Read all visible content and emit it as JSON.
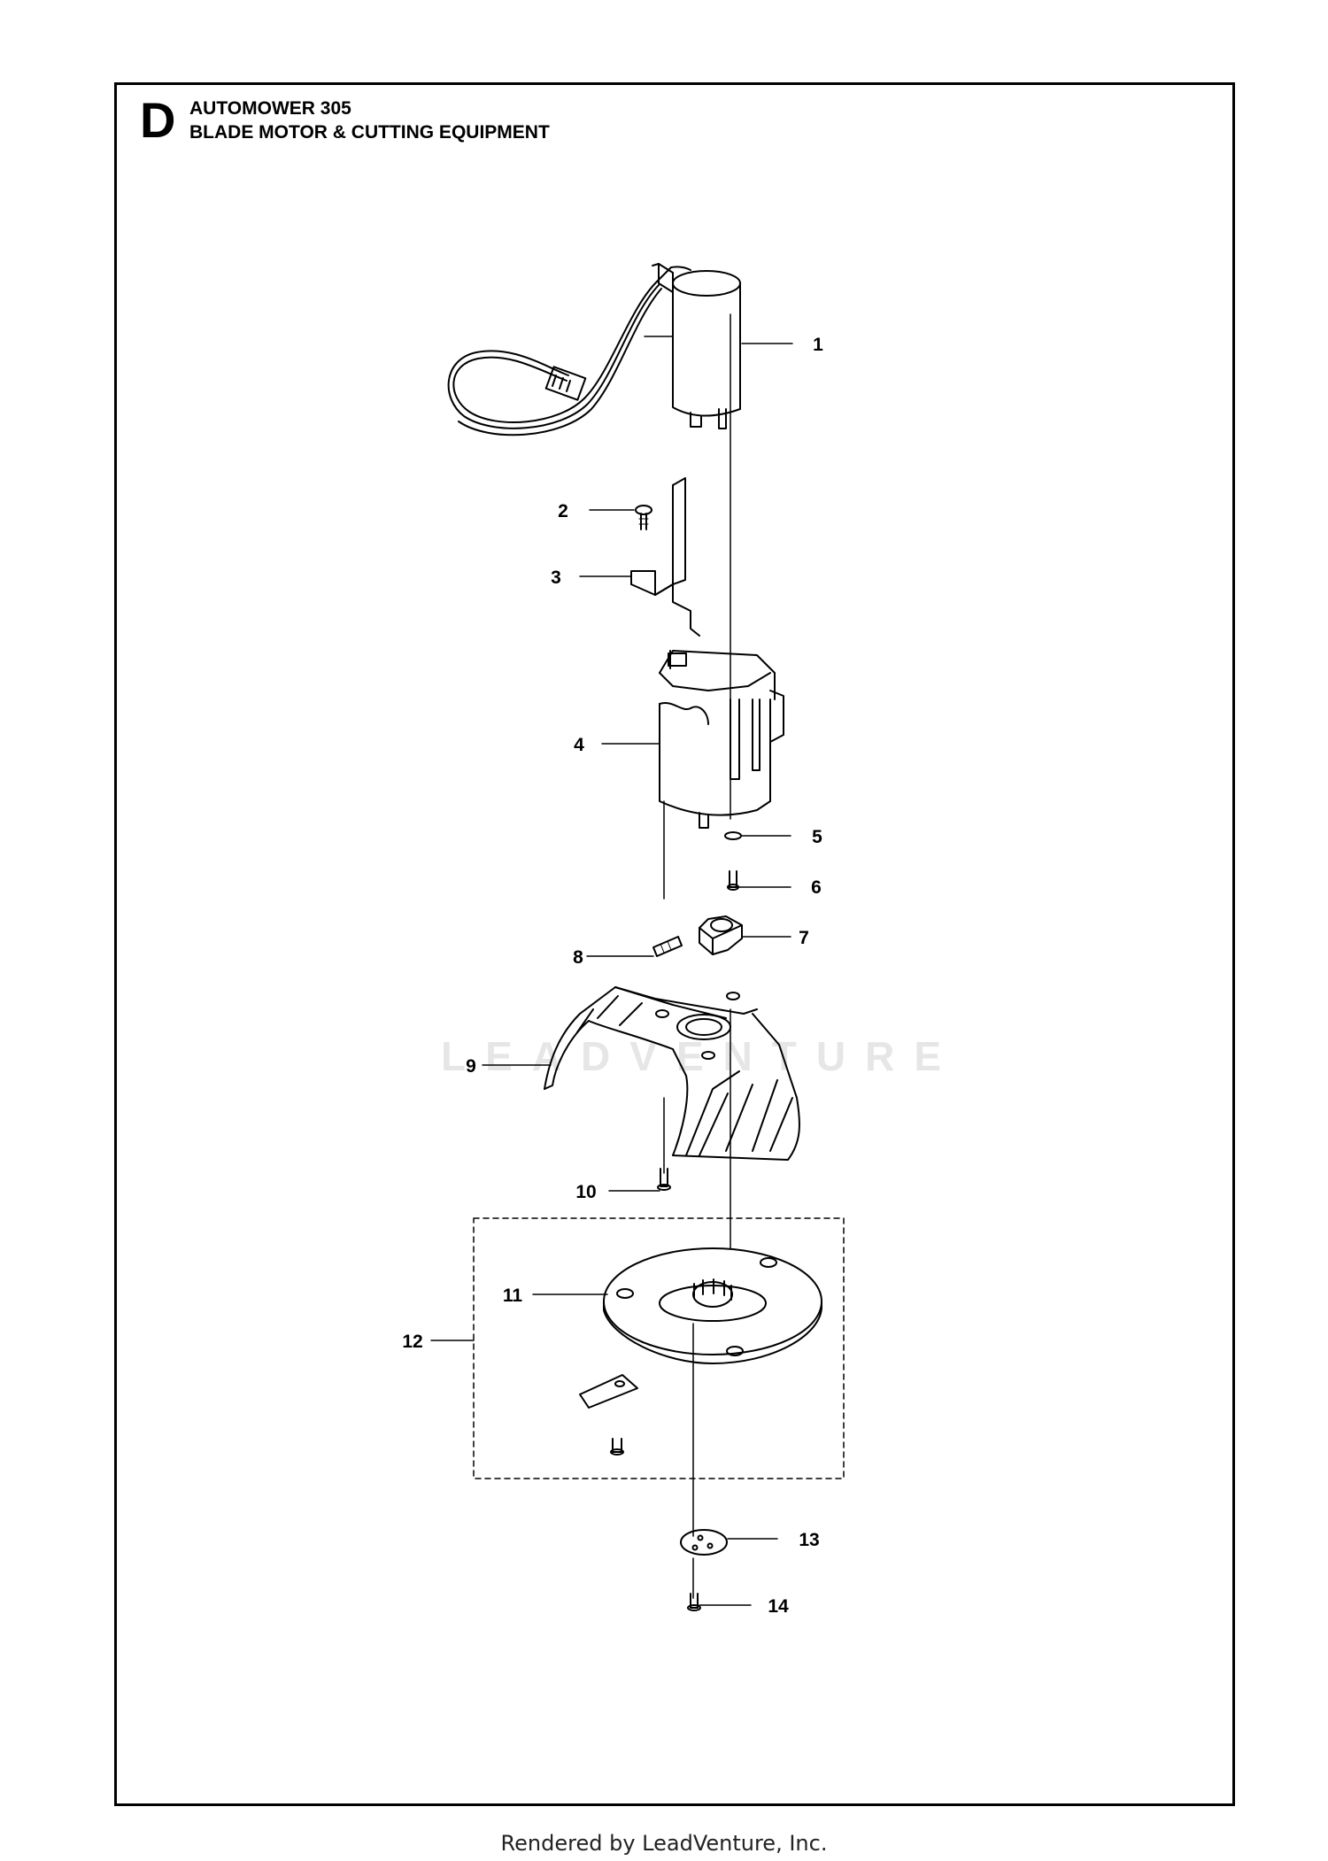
{
  "header": {
    "section_letter": "D",
    "model": "AUTOMOWER 305",
    "subtitle": "BLADE MOTOR & CUTTING EQUIPMENT"
  },
  "callouts": [
    "1",
    "2",
    "3",
    "4",
    "5",
    "6",
    "7",
    "8",
    "9",
    "10",
    "11",
    "12",
    "13",
    "14"
  ],
  "watermark": "LEADVENTURE",
  "footer": "Rendered by LeadVenture, Inc."
}
